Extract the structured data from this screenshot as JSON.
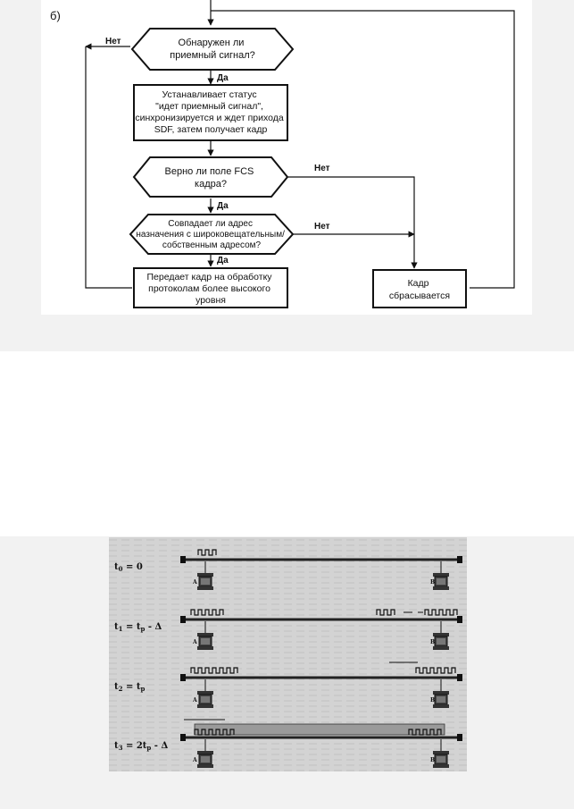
{
  "flowchart": {
    "label": "б)",
    "decision_signal": [
      "Обнаружен ли",
      "приемный сигнал?"
    ],
    "process_receive": [
      "Устанавливает статус",
      "\"идет приемный сигнал\",",
      "синхронизируется и ждет прихода",
      "SDF, затем получает кадр"
    ],
    "decision_fcs": [
      "Верно ли поле FCS",
      "кадра?"
    ],
    "decision_address": [
      "Совпадает ли адрес",
      "назначения с широковещательным/",
      "собственным адресом?"
    ],
    "process_pass": [
      "Передает кадр на обработку",
      "протоколам более высокого",
      "уровня"
    ],
    "process_drop": [
      "Кадр",
      "сбрасывается"
    ],
    "yes": "Да",
    "no": "Нет"
  },
  "timing": {
    "rows": [
      {
        "t": "t",
        "sub": "0",
        "rest": " = 0"
      },
      {
        "t": "t",
        "sub": "1",
        "rest": " = t",
        "sub2": "p",
        "rest2": " - Δ"
      },
      {
        "t": "t",
        "sub": "2",
        "rest": " = t",
        "sub2": "p",
        "rest2": ""
      },
      {
        "t": "t",
        "sub": "3",
        "rest": " = 2t",
        "sub2": "p",
        "rest2": " - Δ"
      }
    ],
    "station_a": "A",
    "station_b": "B"
  }
}
